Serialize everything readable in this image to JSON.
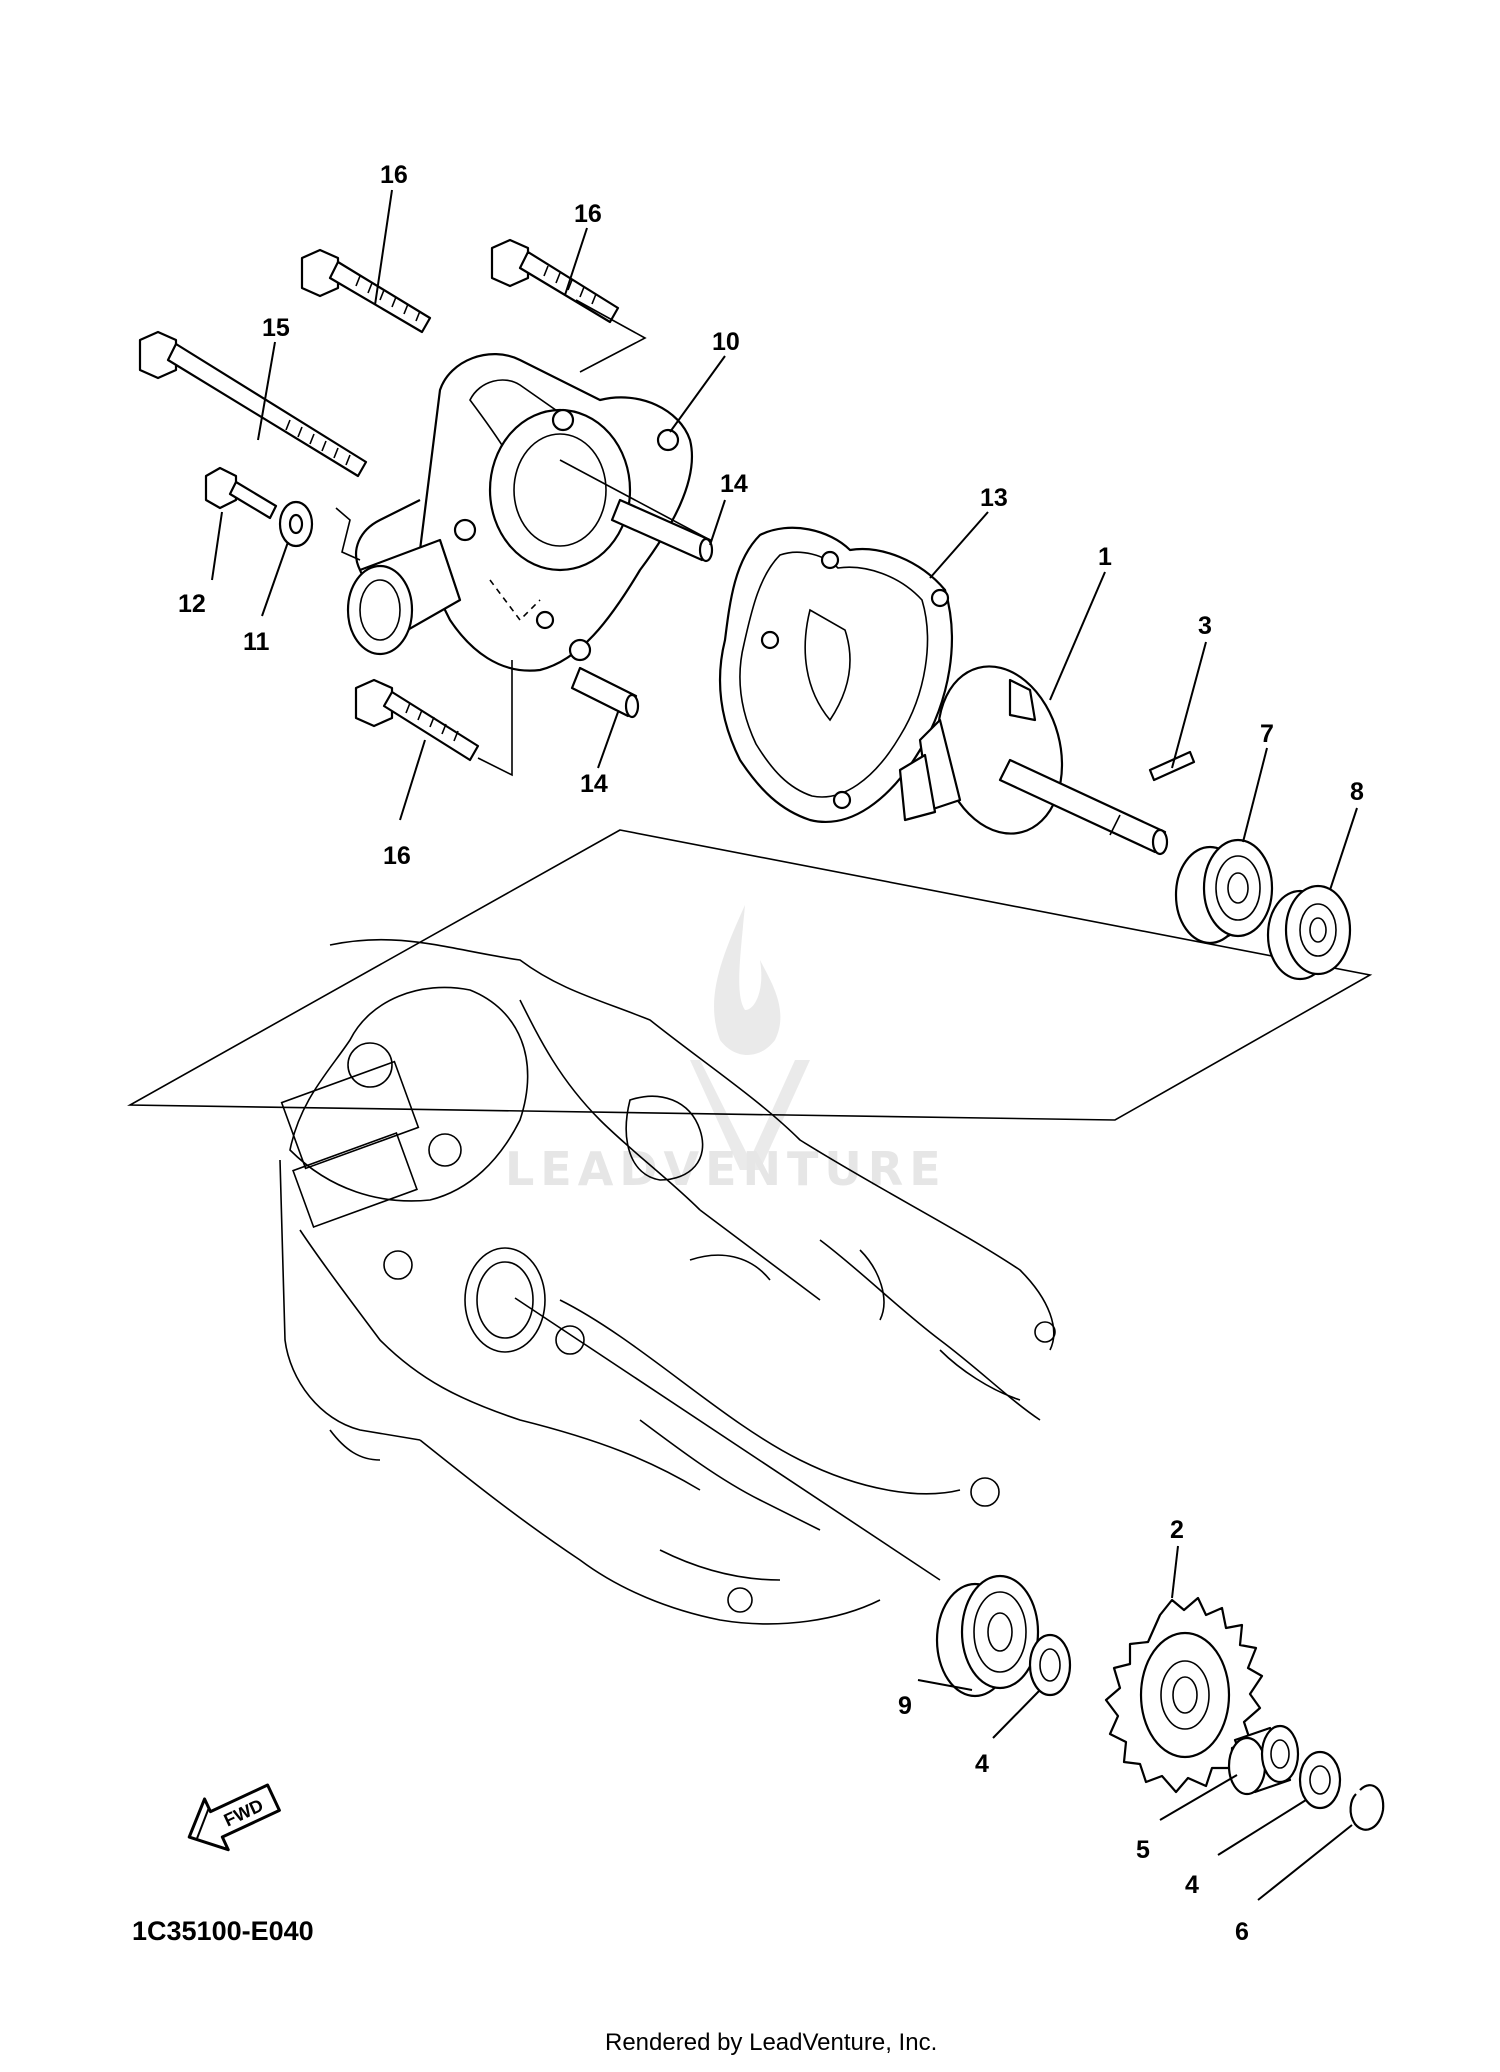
{
  "diagram": {
    "callouts": [
      "16",
      "16",
      "15",
      "10",
      "14",
      "13",
      "12",
      "11",
      "1",
      "3",
      "7",
      "8",
      "14",
      "16",
      "2",
      "9",
      "4",
      "5",
      "4",
      "6"
    ],
    "direction_label": "FWD",
    "diagram_code": "1C35100-E040",
    "watermark": "LEADVENTURE",
    "footer": "Rendered by LeadVenture, Inc."
  }
}
